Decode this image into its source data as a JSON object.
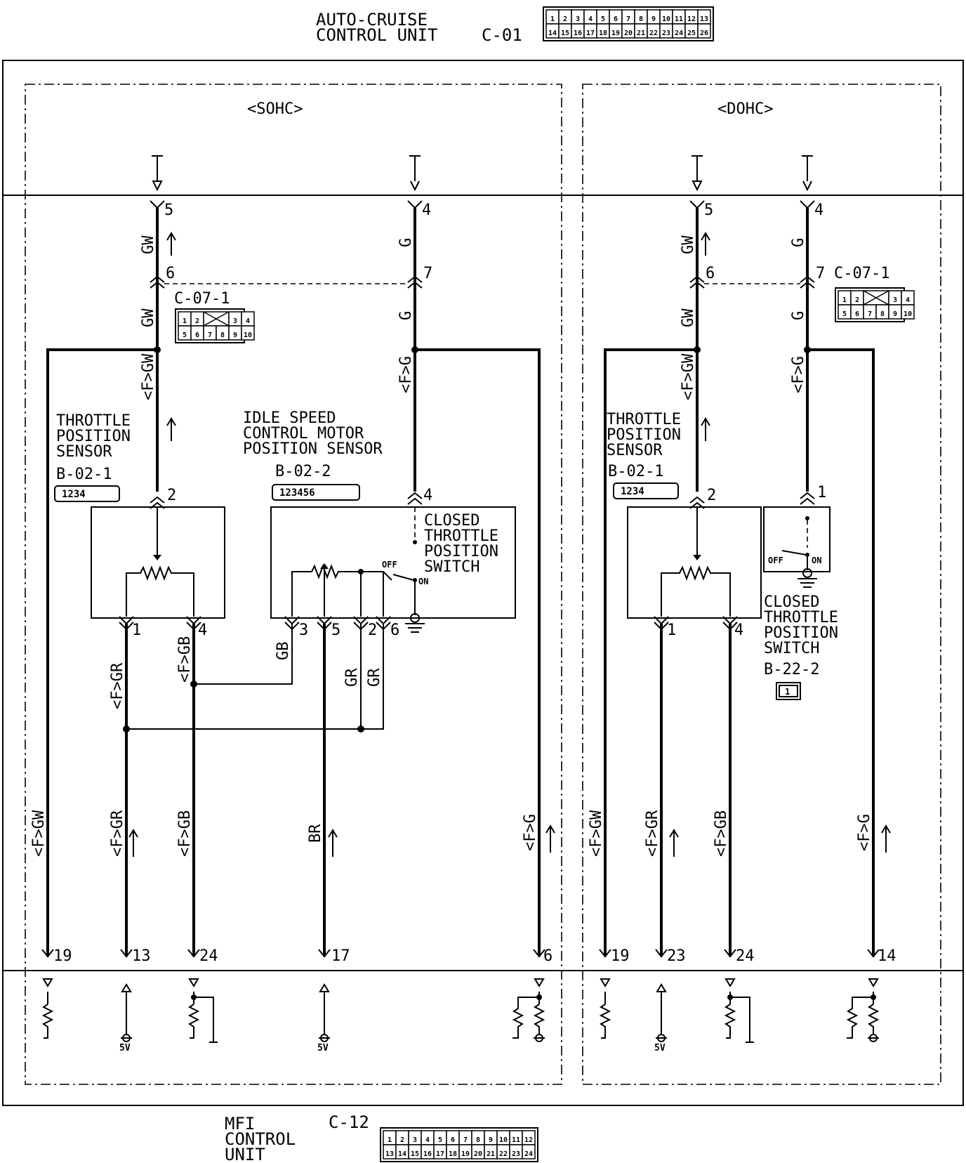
{
  "header": {
    "unit_line1": "AUTO-CRUISE",
    "unit_line2": "CONTROL UNIT",
    "connector_id": "C-01",
    "connector_row1": [
      "1",
      "2",
      "3",
      "4",
      "5",
      "6",
      "7",
      "8",
      "9",
      "10",
      "11",
      "12",
      "13"
    ],
    "connector_row2": [
      "14",
      "15",
      "16",
      "17",
      "18",
      "19",
      "20",
      "21",
      "22",
      "23",
      "24",
      "25",
      "26"
    ]
  },
  "footer": {
    "unit_line1": "MFI",
    "unit_line2": "CONTROL",
    "unit_line3": "UNIT",
    "connector_id": "C-12",
    "connector_row1": [
      "1",
      "2",
      "3",
      "4",
      "5",
      "6",
      "7",
      "8",
      "9",
      "10",
      "11",
      "12"
    ],
    "connector_row2": [
      "13",
      "14",
      "15",
      "16",
      "17",
      "18",
      "19",
      "20",
      "21",
      "22",
      "23",
      "24"
    ]
  },
  "sohc": {
    "title": "<SOHC>",
    "pins_top": [
      "5",
      "4"
    ],
    "pins_c07": [
      "6",
      "7"
    ],
    "c07_id": "C-07-1",
    "c07_row1": [
      "1",
      "2",
      "3",
      "4"
    ],
    "c07_row2": [
      "5",
      "6",
      "7",
      "8",
      "9",
      "10"
    ],
    "tps": {
      "line1": "THROTTLE",
      "line2": "POSITION",
      "line3": "SENSOR",
      "id": "B-02-1",
      "conn": "1234",
      "pin_top": "2",
      "pin_left": "1",
      "pin_right": "4"
    },
    "iscm": {
      "line1": "IDLE SPEED",
      "line2": "CONTROL MOTOR",
      "line3": "POSITION SENSOR",
      "id": "B-02-2",
      "conn": "123456",
      "pin_top": "4",
      "pins_bottom": [
        "3",
        "5",
        "2",
        "6"
      ]
    },
    "switch": {
      "line1": "CLOSED",
      "line2": "THROTTLE",
      "line3": "POSITION",
      "line4": "SWITCH",
      "off": "OFF",
      "on": "ON"
    },
    "wires": {
      "gw": "GW",
      "g": "G",
      "fgw": "<F>GW",
      "fg": "<F>G",
      "fgr": "<F>GR",
      "fgb": "<F>GB",
      "gb": "GB",
      "gr": "GR",
      "br": "BR"
    },
    "pins_bottom": [
      "19",
      "13",
      "24",
      "17",
      "6"
    ],
    "supply": "5V"
  },
  "dohc": {
    "title": "<DOHC>",
    "pins_top": [
      "5",
      "4"
    ],
    "pins_c07": [
      "6",
      "7"
    ],
    "c07_id": "C-07-1",
    "c07_row1": [
      "1",
      "2",
      "3",
      "4"
    ],
    "c07_row2": [
      "5",
      "6",
      "7",
      "8",
      "9",
      "10"
    ],
    "tps": {
      "line1": "THROTTLE",
      "line2": "POSITION",
      "line3": "SENSOR",
      "id": "B-02-1",
      "conn": "1234",
      "pin_top": "2",
      "pin_left": "1",
      "pin_right": "4"
    },
    "switch": {
      "line1": "CLOSED",
      "line2": "THROTTLE",
      "line3": "POSITION",
      "line4": "SWITCH",
      "id": "B-22-2",
      "conn": "1",
      "pin_top": "1",
      "off": "OFF",
      "on": "ON"
    },
    "wires": {
      "gw": "GW",
      "g": "G",
      "fgw": "<F>GW",
      "fg": "<F>G",
      "fgr": "<F>GR",
      "fgb": "<F>GB"
    },
    "pins_bottom": [
      "19",
      "23",
      "24",
      "14"
    ],
    "supply": "5V"
  }
}
